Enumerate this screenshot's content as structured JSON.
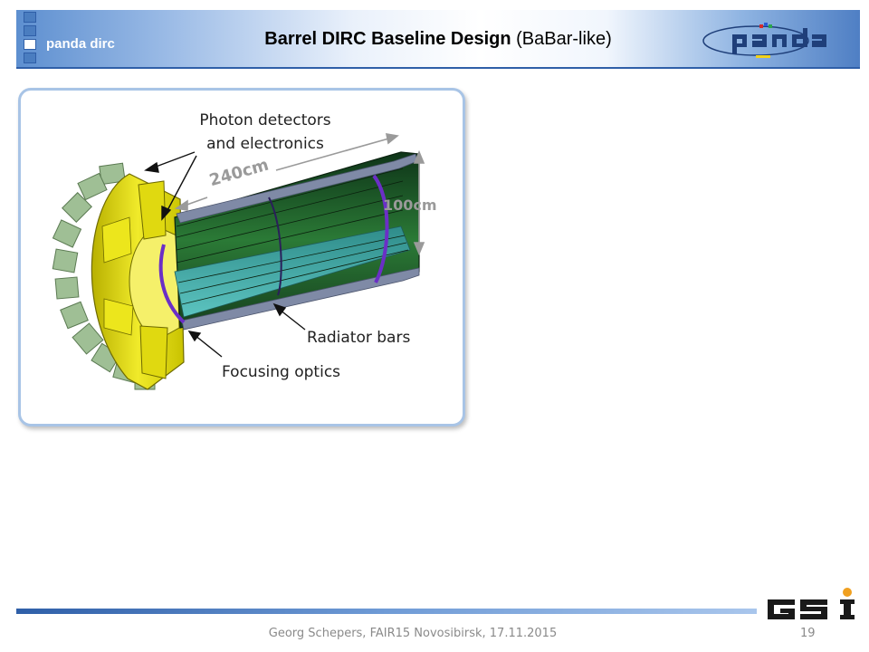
{
  "header": {
    "brand_label": "panda dirc",
    "title_bold": "Barrel DIRC Baseline Design",
    "title_rest": " (BaBar-like)",
    "logo": "panda-logo"
  },
  "figure": {
    "labels": {
      "photon_detectors_line1": "Photon detectors",
      "photon_detectors_line2": "and electronics",
      "length_dim": "240cm",
      "diameter_dim": "100cm",
      "radiator_bars": "Radiator bars",
      "focusing_optics": "Focusing optics"
    },
    "colors": {
      "yellow_optics": "#e6e01a",
      "green_radiator": "#1f5a2a",
      "teal_bars": "#3aa3a0",
      "purple_ring": "#6b2fc6",
      "grey_detectors": "#9fbf95",
      "panel_border": "#a8c4e6"
    }
  },
  "footer": {
    "author_event": "Georg Schepers, FAIR15 Novosibirsk, 17.11.2015",
    "page_number": "19",
    "logo": "gsi-logo"
  }
}
